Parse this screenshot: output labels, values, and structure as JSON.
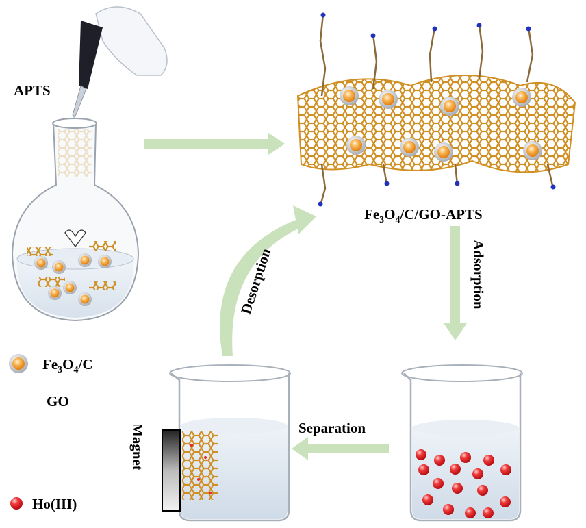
{
  "labels": {
    "apts": "APTS",
    "product": {
      "p1": "Fe",
      "s1": "3",
      "p2": "O",
      "s2": "4",
      "p3": "/C/GO-APTS"
    },
    "adsorption": "Adsorption",
    "desorption": "Desorption",
    "separation": "Separation",
    "magnet": "Magnet"
  },
  "legend": {
    "fe3o4c": {
      "p1": "Fe",
      "s1": "3",
      "p2": "O",
      "s2": "4",
      "p3": "/C"
    },
    "go": "GO",
    "ho": "Ho(III)"
  },
  "colors": {
    "arrow": "#c9e2bb",
    "sphere_orange": "#f6a54a",
    "sphere_red": "#e8262b",
    "go_sheet": "#d4962a",
    "liquid": "#dfe9f3"
  }
}
